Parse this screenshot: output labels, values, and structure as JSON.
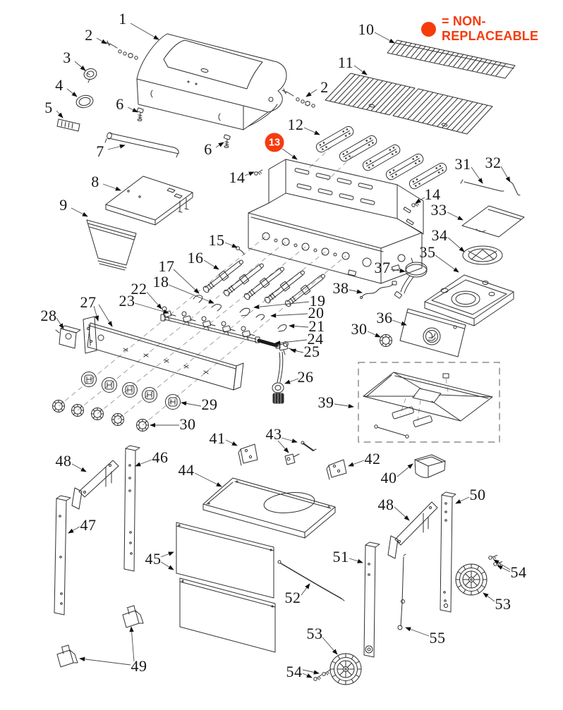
{
  "colors": {
    "accent": "#f63b0d",
    "line": "#2f2f2f"
  },
  "legend": {
    "label": "= NON-REPLACEABLE"
  },
  "highlight": {
    "label": "13"
  },
  "callouts": [
    {
      "label": "1"
    },
    {
      "label": "2"
    },
    {
      "label": "3"
    },
    {
      "label": "4"
    },
    {
      "label": "5"
    },
    {
      "label": "6"
    },
    {
      "label": "7"
    },
    {
      "label": "6"
    },
    {
      "label": "10"
    },
    {
      "label": "11"
    },
    {
      "label": "2"
    },
    {
      "label": "12"
    },
    {
      "label": "31"
    },
    {
      "label": "32"
    },
    {
      "label": "14"
    },
    {
      "label": "14"
    },
    {
      "label": "33"
    },
    {
      "label": "34"
    },
    {
      "label": "35"
    },
    {
      "label": "8"
    },
    {
      "label": "9"
    },
    {
      "label": "15"
    },
    {
      "label": "16"
    },
    {
      "label": "17"
    },
    {
      "label": "18"
    },
    {
      "label": "22"
    },
    {
      "label": "23"
    },
    {
      "label": "27"
    },
    {
      "label": "28"
    },
    {
      "label": "37"
    },
    {
      "label": "38"
    },
    {
      "label": "19"
    },
    {
      "label": "20"
    },
    {
      "label": "21"
    },
    {
      "label": "24"
    },
    {
      "label": "25"
    },
    {
      "label": "26"
    },
    {
      "label": "36"
    },
    {
      "label": "30"
    },
    {
      "label": "29"
    },
    {
      "label": "30"
    },
    {
      "label": "39"
    },
    {
      "label": "41"
    },
    {
      "label": "43"
    },
    {
      "label": "42"
    },
    {
      "label": "40"
    },
    {
      "label": "44"
    },
    {
      "label": "46"
    },
    {
      "label": "48"
    },
    {
      "label": "47"
    },
    {
      "label": "45"
    },
    {
      "label": "48"
    },
    {
      "label": "50"
    },
    {
      "label": "51"
    },
    {
      "label": "52"
    },
    {
      "label": "53"
    },
    {
      "label": "54"
    },
    {
      "label": "55"
    },
    {
      "label": "53"
    },
    {
      "label": "54"
    },
    {
      "label": "49"
    }
  ]
}
